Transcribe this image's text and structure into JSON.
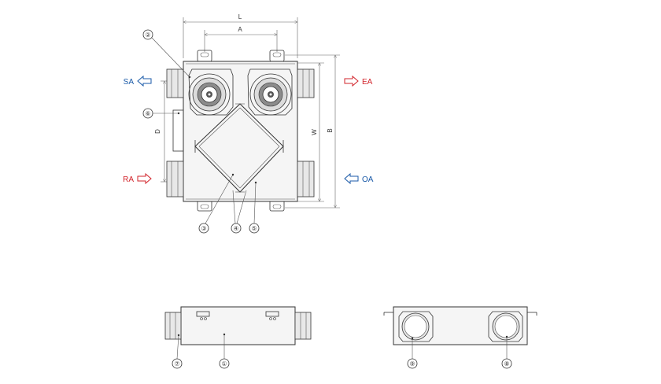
{
  "dimensions": {
    "L": "L",
    "A": "A",
    "W": "W",
    "B": "B",
    "D": "D"
  },
  "airflows": {
    "sa": {
      "label": "SA",
      "color": "#1a5aa8",
      "direction": "left"
    },
    "ea": {
      "label": "EA",
      "color": "#d2232a",
      "direction": "right"
    },
    "ra": {
      "label": "RA",
      "color": "#d2232a",
      "direction": "right"
    },
    "oa": {
      "label": "OA",
      "color": "#1a5aa8",
      "direction": "left"
    }
  },
  "callouts": {
    "c1": "①",
    "c2": "②",
    "c3": "③",
    "c4": "④",
    "c5": "⑤",
    "c6": "⑥",
    "c7": "⑦",
    "c8": "⑧",
    "c9": "⑨"
  }
}
